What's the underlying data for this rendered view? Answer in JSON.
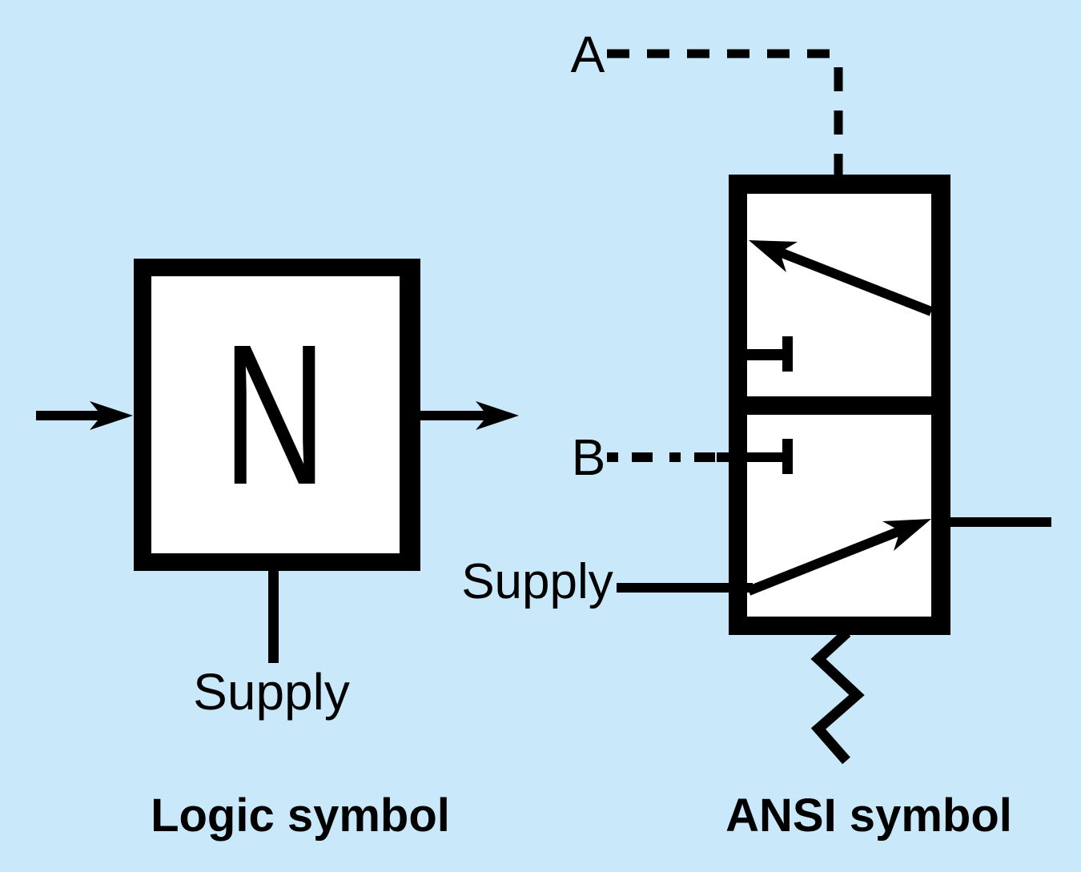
{
  "colors": {
    "background": "#c9e9fb",
    "ink": "#000000",
    "box_fill": "#ffffff"
  },
  "logic_symbol": {
    "letter": "N",
    "supply_label": "Supply",
    "caption": "Logic symbol"
  },
  "ansi_symbol": {
    "port_a_label": "A",
    "port_b_label": "B",
    "supply_label": "Supply",
    "caption": "ANSI symbol"
  }
}
